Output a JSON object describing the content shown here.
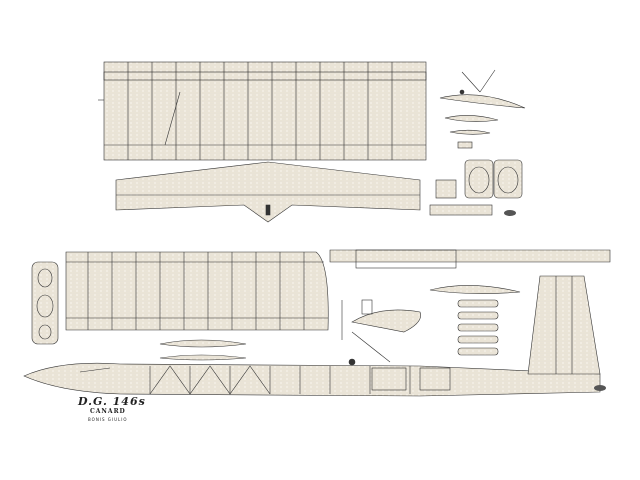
{
  "plan": {
    "title": "D.G. 146s",
    "subtitle": "CANARD",
    "author": "BONIS GIULIO"
  }
}
